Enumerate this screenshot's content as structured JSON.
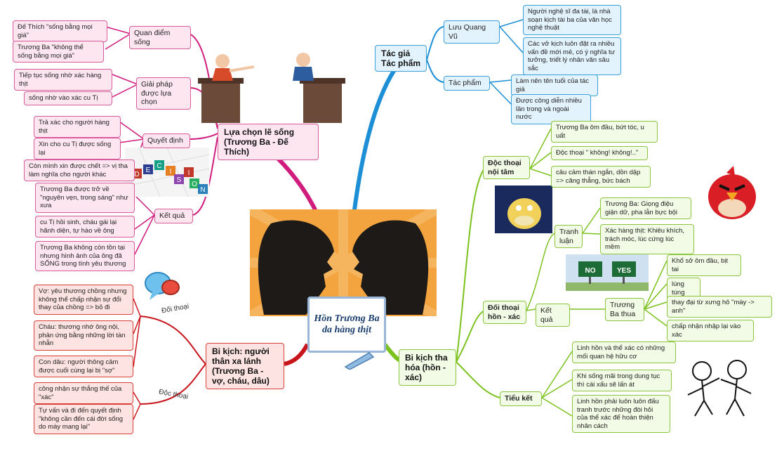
{
  "center": {
    "title": "Hồn Trương Ba da hàng thịt"
  },
  "pink": {
    "main": "Lựa chọn lẽ sống (Trương Ba - Đế Thích)",
    "quan_diem": {
      "label": "Quan điểm sống",
      "items": [
        "Đế Thích \"sống bằng mọi giá\"",
        "Trương Ba \"không thể sống bằng mọi giá\""
      ]
    },
    "giai_phap": {
      "label": "Giải pháp được lựa chọn",
      "items": [
        "Tiếp tục sống nhờ xác hàng thịt",
        "sống nhờ vào xác cu Tị"
      ]
    },
    "quyet_dinh": {
      "label": "Quyết định",
      "items": [
        "Trả xác cho người hàng thịt",
        "Xin cho cu Tị được sống lại",
        "Còn mình xin được chết => vị tha làm nghĩa cho người khác"
      ]
    },
    "ket_qua": {
      "label": "Kết quả",
      "items": [
        "Trương Ba được trở về \"nguyên vẹn, trong sáng\" như xưa",
        "cu Tị hồi sinh, cháu gái lại hãnh diện, tự hào về ông",
        "Trương Ba không còn tồn tại nhưng hình ảnh của ông đã SỐNG trong tình yêu thương"
      ]
    }
  },
  "red": {
    "main": "Bi kịch: người thân xa lánh (Trương Ba - vợ, cháu, dâu)",
    "doi_thoai": {
      "label": "Đối thoại",
      "items": [
        "Vợ: yêu thương chồng nhưng không thể chấp nhận sự đổi thay của chồng => bỏ đi",
        "Cháu: thương nhớ ông nội, phản ứng bằng những lời tàn nhẫn",
        "Con dâu: người thông cảm được cuối cùng lại bị \"sợ\""
      ]
    },
    "doc_thoai": {
      "label": "Độc thoại",
      "items": [
        "công nhận sự thắng thế của \"xác\"",
        "Tự vấn và đi đến quyết định \"không cần đến cái đời sống do mày mang lại\""
      ]
    }
  },
  "blue": {
    "main": "Tác giả Tác phẩm",
    "tac_gia": {
      "label": "Lưu Quang Vũ",
      "items": [
        "Người nghệ sĩ đa tài, là nhà soạn kịch tài ba của văn học nghệ thuật",
        "Các vở kịch luôn đặt ra nhiều vấn đề mới mẻ, có ý nghĩa tư tưởng, triết lý nhân văn sâu sắc"
      ]
    },
    "tac_pham": {
      "label": "Tác phẩm",
      "items": [
        "Làm nên tên tuổi của tác giả",
        "Được công diễn nhiều lần trong và ngoài nước"
      ]
    }
  },
  "green": {
    "main": "Bi kịch tha hóa (hồn - xác)",
    "doc_thoai": {
      "label": "Độc thoại nội tâm",
      "items": [
        "Trương Ba ôm đầu, bứt tóc, u uất",
        "Độc thoại \" không! không!..\"",
        "câu cảm thán ngắn, dồn dập => căng thẳng, bức bách"
      ]
    },
    "doi_thoai": {
      "label": "Đối thoại hồn - xác",
      "tranh_luan": {
        "label": "Tranh luận",
        "items": [
          "Trương Ba: Giọng điệu giận dữ, pha lẫn bực bội",
          "Xác hàng thịt: Khiêu khích, trách móc, lúc cứng lúc mềm"
        ]
      },
      "ket_qua": {
        "label": "Kết quả",
        "sub": "Trương Ba thua",
        "items": [
          "Khổ sở ôm đầu, bịt tai",
          "lúng túng",
          "thay đại từ xưng hô \"mày -> anh\"",
          "chấp nhận nhập lại vào xác"
        ]
      }
    },
    "tieu_ket": {
      "label": "Tiểu kết",
      "items": [
        "Linh hồn và thể xác có những mối quan hệ hữu cơ",
        "Khi sống mãi trong dung tục thì cái xấu sẽ lấn át",
        "Linh hồn phải luôn luôn đấu tranh trước những đòi hỏi của thể xác để hoàn thiện nhân cách"
      ]
    }
  },
  "signs": {
    "no": "NO",
    "yes": "YES"
  },
  "decision_letters": [
    "D",
    "E",
    "C",
    "I",
    "S",
    "I",
    "O",
    "N"
  ],
  "colors": {
    "pink": "#d01c7d",
    "red": "#c8151b",
    "blue": "#1d8fd6",
    "green": "#7cc21e"
  }
}
